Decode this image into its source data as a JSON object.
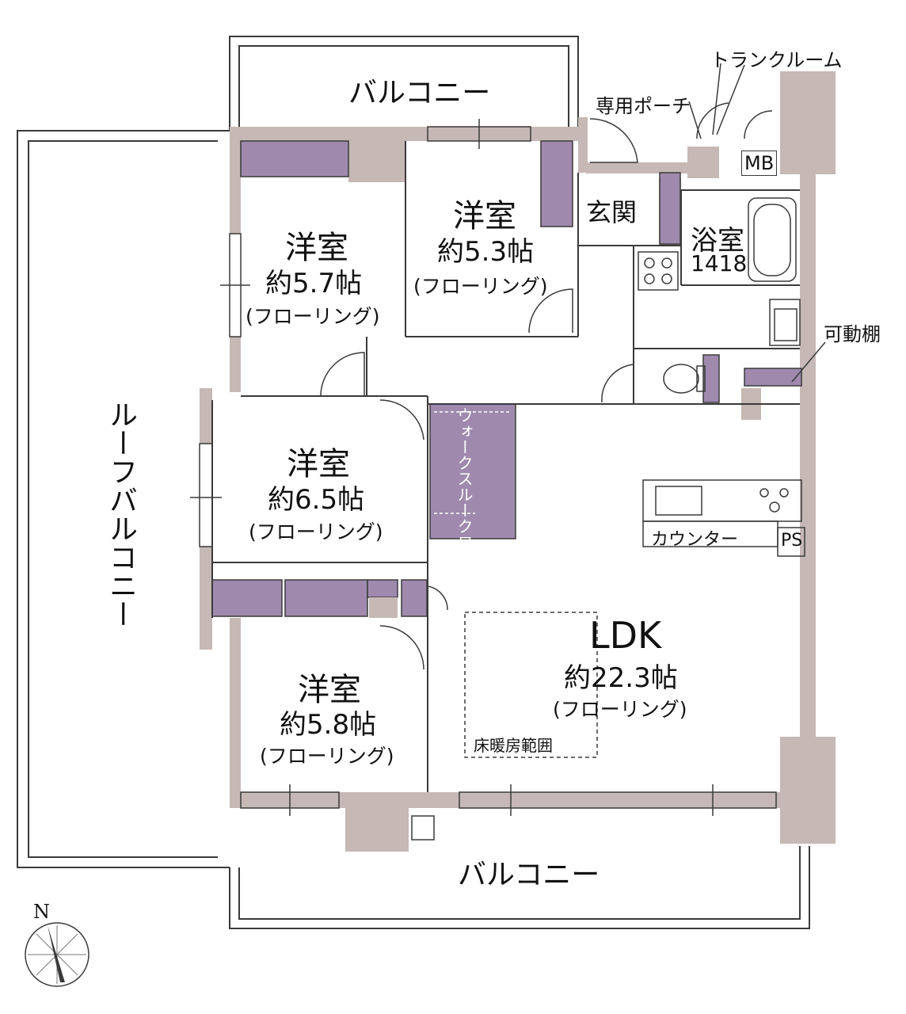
{
  "colors": {
    "wall": "#c6b8b4",
    "storage": "#9f8aae",
    "line": "#3a3a3a",
    "background": "#ffffff"
  },
  "compass": {
    "north_label": "N"
  },
  "balconies": {
    "top": "バルコニー",
    "bottom": "バルコニー",
    "roof": "ルーフバルコニー"
  },
  "labels": {
    "trunk_room": "トランクルーム",
    "porch": "専用ポーチ",
    "mb": "MB",
    "entrance": "玄関",
    "movable_shelf": "可動棚",
    "counter": "カウンター",
    "ps": "PS",
    "floor_heating": "床暖房範囲",
    "walk_through_closet": "ウォークスルークローゼット"
  },
  "rooms": {
    "r1": {
      "name": "洋室",
      "size": "約5.7帖",
      "floor": "(フローリング)"
    },
    "r2": {
      "name": "洋室",
      "size": "約5.3帖",
      "floor": "(フローリング)"
    },
    "r3": {
      "name": "洋室",
      "size": "約6.5帖",
      "floor": "(フローリング)"
    },
    "r4": {
      "name": "洋室",
      "size": "約5.8帖",
      "floor": "(フローリング)"
    },
    "bath": {
      "name": "浴室",
      "size": "1418"
    },
    "ldk": {
      "name": "LDK",
      "size": "約22.3帖",
      "floor": "(フローリング)"
    }
  }
}
